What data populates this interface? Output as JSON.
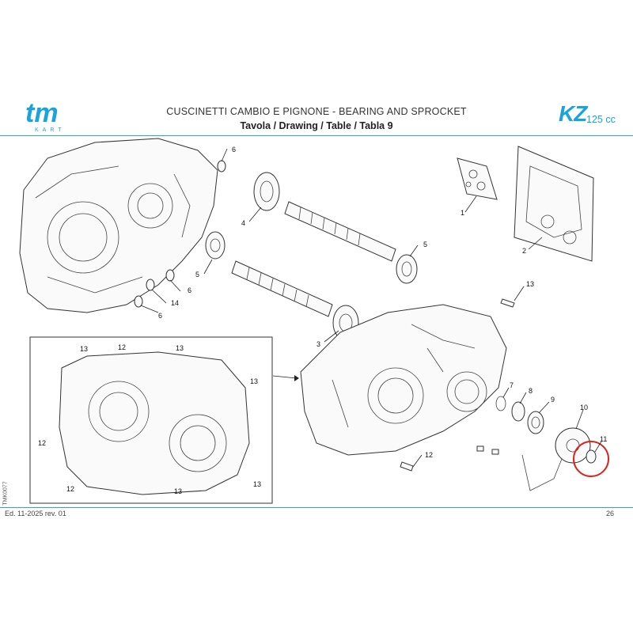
{
  "header": {
    "brand": "tm",
    "brand_sub": "KART",
    "title_line1": "CUSCINETTI CAMBIO E PIGNONE - BEARING AND SPROCKET",
    "title_line2": "Tavola / Drawing / Table  / Tabla  9",
    "model": "KZ",
    "model_cc": "125 cc"
  },
  "diagram": {
    "labels": {
      "p1": "1",
      "p2": "2",
      "p3": "3",
      "p4": "4",
      "p5a": "5",
      "p5b": "5",
      "p6a": "6",
      "p6b": "6",
      "p6c": "6",
      "p7": "7",
      "p8": "8",
      "p9": "9",
      "p10": "10",
      "p11": "11",
      "p12": "12",
      "p13": "13",
      "p14": "14",
      "d13a": "13",
      "d13b": "13",
      "d13c": "13",
      "d13d": "13",
      "d13e": "13",
      "d12a": "12",
      "d12b": "12",
      "d12c": "12"
    }
  },
  "footer": {
    "edition": "Ed. 11-2025  rev. 01",
    "page": "26",
    "side_code": "TMK0077"
  },
  "colors": {
    "accent": "#1aa3dc",
    "highlight": "#d9261c"
  }
}
